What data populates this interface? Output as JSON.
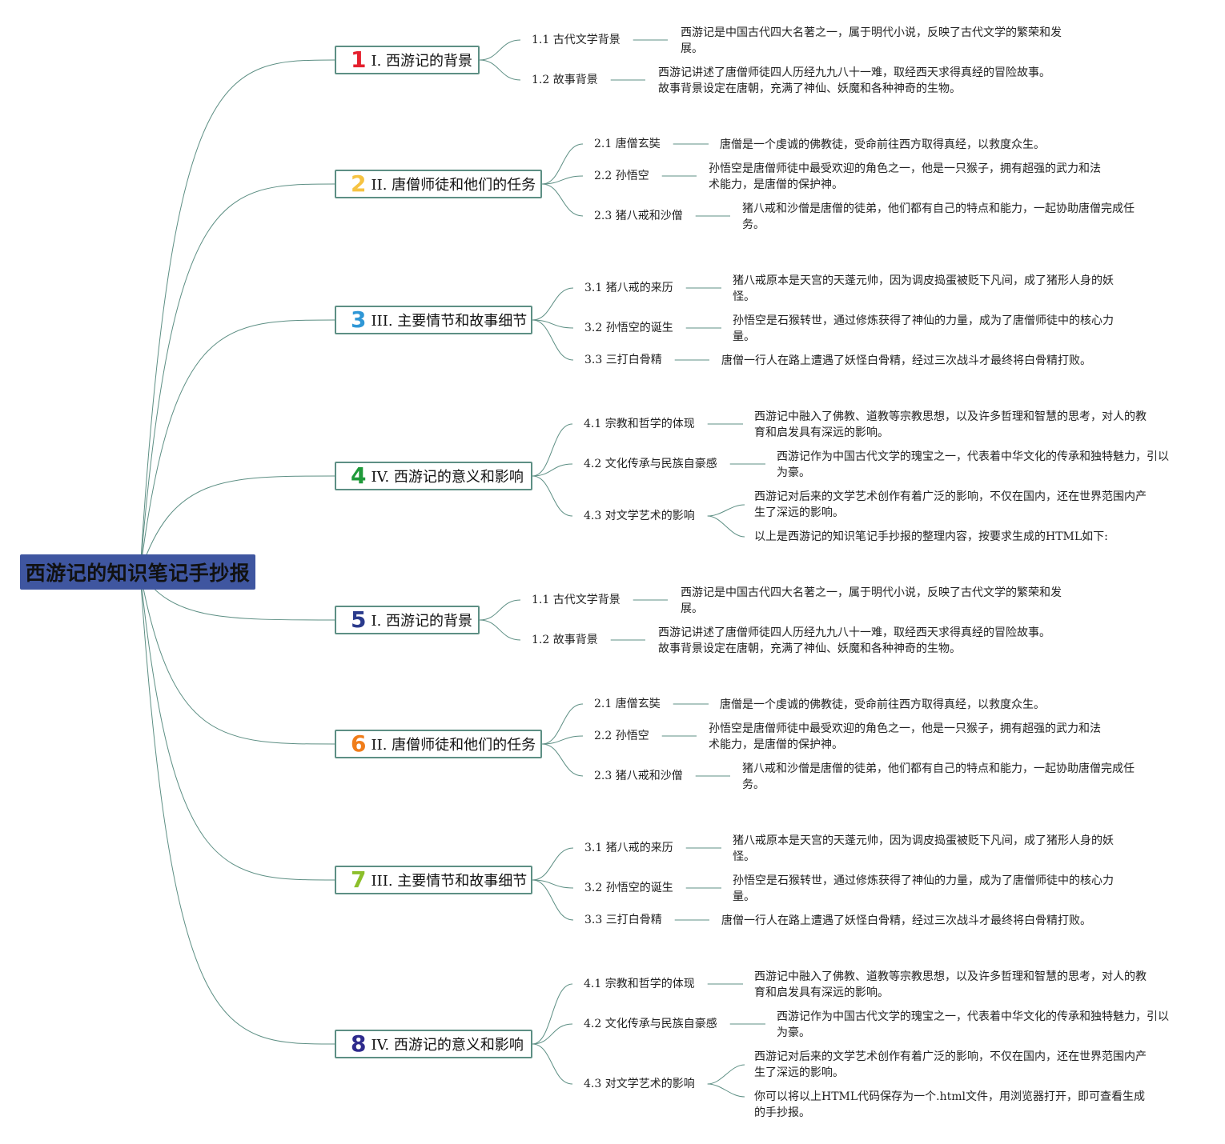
{
  "root": {
    "label": "西游记的知识笔记手抄报"
  },
  "branches": [
    {
      "num": "1",
      "color": "#e5202e",
      "label": "I. 西游记的背景",
      "topics": [
        {
          "label": "1.1 古代文学背景",
          "notes": [
            "西游记是中国古代四大名著之一，属于明代小说，反映了古代文学的繁荣和发展。"
          ]
        },
        {
          "label": "1.2 故事背景",
          "notes": [
            "西游记讲述了唐僧师徒四人历经九九八十一难，取经西天求得真经的冒险故事。故事背景设定在唐朝，充满了神仙、妖魔和各种神奇的生物。"
          ]
        }
      ]
    },
    {
      "num": "2",
      "color": "#f6c342",
      "label": "II. 唐僧师徒和他们的任务",
      "topics": [
        {
          "label": "2.1 唐僧玄奘",
          "notes": [
            "唐僧是一个虔诚的佛教徒，受命前往西方取得真经，以救度众生。"
          ]
        },
        {
          "label": "2.2 孙悟空",
          "notes": [
            "孙悟空是唐僧师徒中最受欢迎的角色之一，他是一只猴子，拥有超强的武力和法术能力，是唐僧的保护神。"
          ]
        },
        {
          "label": "2.3 猪八戒和沙僧",
          "notes": [
            "猪八戒和沙僧是唐僧的徒弟，他们都有自己的特点和能力，一起协助唐僧完成任务。"
          ]
        }
      ]
    },
    {
      "num": "3",
      "color": "#2f97d6",
      "label": "III. 主要情节和故事细节",
      "topics": [
        {
          "label": "3.1 猪八戒的来历",
          "notes": [
            "猪八戒原本是天宫的天蓬元帅，因为调皮捣蛋被贬下凡间，成了猪形人身的妖怪。"
          ]
        },
        {
          "label": "3.2 孙悟空的诞生",
          "notes": [
            "孙悟空是石猴转世，通过修炼获得了神仙的力量，成为了唐僧师徒中的核心力量。"
          ]
        },
        {
          "label": "3.3 三打白骨精",
          "notes": [
            "唐僧一行人在路上遭遇了妖怪白骨精，经过三次战斗才最终将白骨精打败。"
          ]
        }
      ]
    },
    {
      "num": "4",
      "color": "#1f9a3a",
      "label": "IV. 西游记的意义和影响",
      "topics": [
        {
          "label": "4.1 宗教和哲学的体现",
          "notes": [
            "西游记中融入了佛教、道教等宗教思想，以及许多哲理和智慧的思考，对人的教育和启发具有深远的影响。"
          ]
        },
        {
          "label": "4.2 文化传承与民族自豪感",
          "notes": [
            "西游记作为中国古代文学的瑰宝之一，代表着中华文化的传承和独特魅力，引以为豪。"
          ]
        },
        {
          "label": "4.3 对文学艺术的影响",
          "notes": [
            "西游记对后来的文学艺术创作有着广泛的影响，不仅在国内，还在世界范围内产生了深远的影响。",
            "以上是西游记的知识笔记手抄报的整理内容，按要求生成的HTML如下:"
          ]
        }
      ]
    },
    {
      "num": "5",
      "color": "#2a3a8c",
      "label": "I. 西游记的背景",
      "topics": [
        {
          "label": "1.1 古代文学背景",
          "notes": [
            "西游记是中国古代四大名著之一，属于明代小说，反映了古代文学的繁荣和发展。"
          ]
        },
        {
          "label": "1.2 故事背景",
          "notes": [
            "西游记讲述了唐僧师徒四人历经九九八十一难，取经西天求得真经的冒险故事。故事背景设定在唐朝，充满了神仙、妖魔和各种神奇的生物。"
          ]
        }
      ]
    },
    {
      "num": "6",
      "color": "#f07d1a",
      "label": "II. 唐僧师徒和他们的任务",
      "topics": [
        {
          "label": "2.1 唐僧玄奘",
          "notes": [
            "唐僧是一个虔诚的佛教徒，受命前往西方取得真经，以救度众生。"
          ]
        },
        {
          "label": "2.2 孙悟空",
          "notes": [
            "孙悟空是唐僧师徒中最受欢迎的角色之一，他是一只猴子，拥有超强的武力和法术能力，是唐僧的保护神。"
          ]
        },
        {
          "label": "2.3 猪八戒和沙僧",
          "notes": [
            "猪八戒和沙僧是唐僧的徒弟，他们都有自己的特点和能力，一起协助唐僧完成任务。"
          ]
        }
      ]
    },
    {
      "num": "7",
      "color": "#8cbf2b",
      "label": "III. 主要情节和故事细节",
      "topics": [
        {
          "label": "3.1 猪八戒的来历",
          "notes": [
            "猪八戒原本是天宫的天蓬元帅，因为调皮捣蛋被贬下凡间，成了猪形人身的妖怪。"
          ]
        },
        {
          "label": "3.2 孙悟空的诞生",
          "notes": [
            "孙悟空是石猴转世，通过修炼获得了神仙的力量，成为了唐僧师徒中的核心力量。"
          ]
        },
        {
          "label": "3.3 三打白骨精",
          "notes": [
            "唐僧一行人在路上遭遇了妖怪白骨精，经过三次战斗才最终将白骨精打败。"
          ]
        }
      ]
    },
    {
      "num": "8",
      "color": "#2e2a8c",
      "label": "IV. 西游记的意义和影响",
      "topics": [
        {
          "label": "4.1 宗教和哲学的体现",
          "notes": [
            "西游记中融入了佛教、道教等宗教思想，以及许多哲理和智慧的思考，对人的教育和启发具有深远的影响。"
          ]
        },
        {
          "label": "4.2 文化传承与民族自豪感",
          "notes": [
            "西游记作为中国古代文学的瑰宝之一，代表着中华文化的传承和独特魅力，引以为豪。"
          ]
        },
        {
          "label": "4.3 对文学艺术的影响",
          "notes": [
            "西游记对后来的文学艺术创作有着广泛的影响，不仅在国内，还在世界范围内产生了深远的影响。",
            "你可以将以上HTML代码保存为一个.html文件，用浏览器打开，即可查看生成的手抄报。"
          ]
        }
      ]
    }
  ]
}
